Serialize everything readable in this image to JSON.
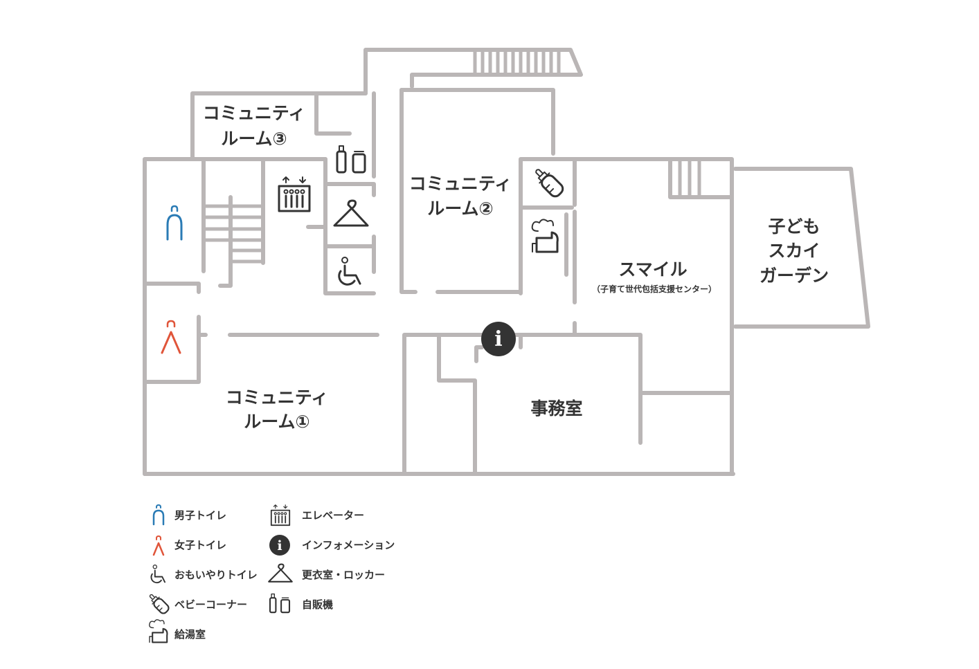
{
  "rooms": {
    "community_1": {
      "line1": "コミュニティ",
      "line2": "ルーム①"
    },
    "community_2": {
      "line1": "コミュニティ",
      "line2": "ルーム②"
    },
    "community_3": {
      "line1": "コミュニティ",
      "line2": "ルーム③"
    },
    "smile": {
      "name": "スマイル",
      "sub": "（子育て世代包括支援センター）"
    },
    "office": {
      "name": "事務室"
    },
    "sky_garden": {
      "line1": "子ども",
      "line2": "スカイ",
      "line3": "ガーデン"
    }
  },
  "legend": {
    "mens_toilet": "男子トイレ",
    "womens_toilet": "女子トイレ",
    "accessible_toilet": "おもいやりトイレ",
    "baby_corner": "ベビーコーナー",
    "kitchenette": "給湯室",
    "elevator": "エレベーター",
    "information": "インフォメーション",
    "locker_room": "更衣室・ロッカー",
    "vending": "自販機"
  },
  "info_glyph": "i",
  "colors": {
    "wall": "#bab6b6",
    "mens": "#2a7bb5",
    "womens": "#e0553a",
    "icon": "#333333"
  },
  "icons": [
    "mens-toilet-icon",
    "womens-toilet-icon",
    "accessible-toilet-icon",
    "baby-bottle-icon",
    "kitchenette-icon",
    "elevator-icon",
    "information-icon",
    "hanger-icon",
    "vending-machine-icon"
  ]
}
